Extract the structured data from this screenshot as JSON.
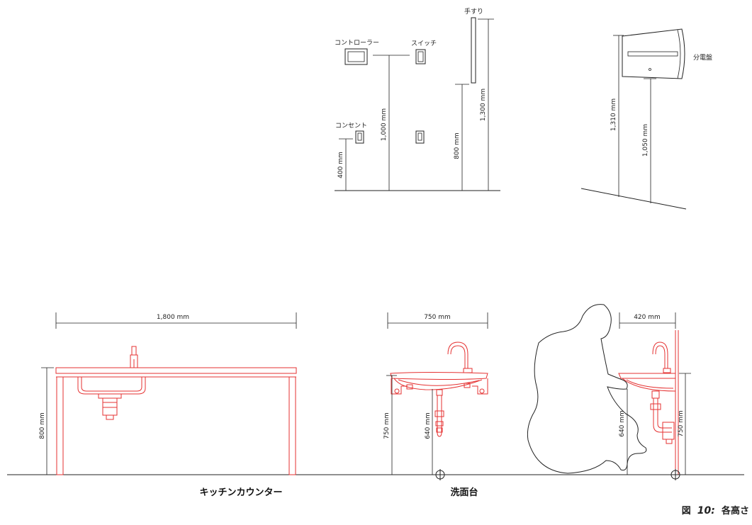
{
  "wall_items": {
    "controller": "コントローラー",
    "switch": "スイッチ",
    "outlet": "コンセント",
    "handrail": "手すり",
    "dims": {
      "outlet_h": "400 mm",
      "controller_h": "1,000 mm",
      "handrail_bottom": "800 mm",
      "handrail_top": "1,300 mm"
    }
  },
  "panel": {
    "label": "分電盤",
    "dims": {
      "top": "1,310 mm",
      "bottom": "1,050 mm"
    }
  },
  "kitchen": {
    "label": "キッチンカウンター",
    "width": "1,800 mm",
    "height": "800 mm"
  },
  "washbasin": {
    "label": "洗面台",
    "width": "750 mm",
    "height": "750 mm",
    "knee": "640 mm"
  },
  "wheelchair_basin": {
    "width": "420 mm",
    "knee": "640 mm",
    "height": "750 mm"
  },
  "caption": {
    "prefix": "図",
    "number": "10:",
    "title": "各高さ"
  }
}
